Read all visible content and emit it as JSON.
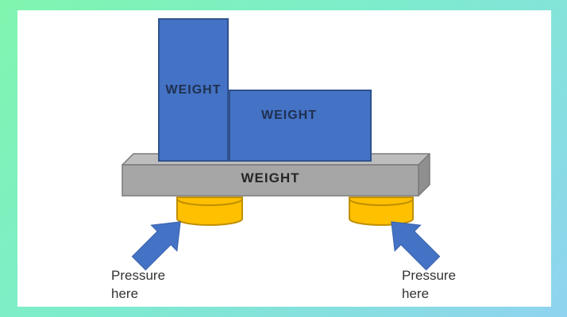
{
  "diagram": {
    "title_implicit": "weights pressing on a platform with pressure points",
    "weight_label_tall": "WEIGHT",
    "weight_label_wide": "WEIGHT",
    "weight_label_platform": "WEIGHT",
    "pressure_label_left": "Pressure here",
    "pressure_label_right": "Pressure here"
  },
  "colors": {
    "bg_gradient_start": "#80f5ae",
    "bg_gradient_mid": "#7deccd",
    "bg_gradient_end": "#8fd3f0",
    "panel_bg": "#ffffff",
    "box_fill": "#4472c4",
    "box_border": "#2f528f",
    "box_text": "#1f3050",
    "platform_front": "#a6a6a6",
    "platform_top": "#bdbdbd",
    "platform_side": "#8f8f8f",
    "platform_border": "#7a7a7a",
    "cylinder_fill": "#ffc000",
    "cylinder_border": "#bf8f00",
    "arrow_fill": "#4472c4",
    "label_text": "#333333"
  }
}
